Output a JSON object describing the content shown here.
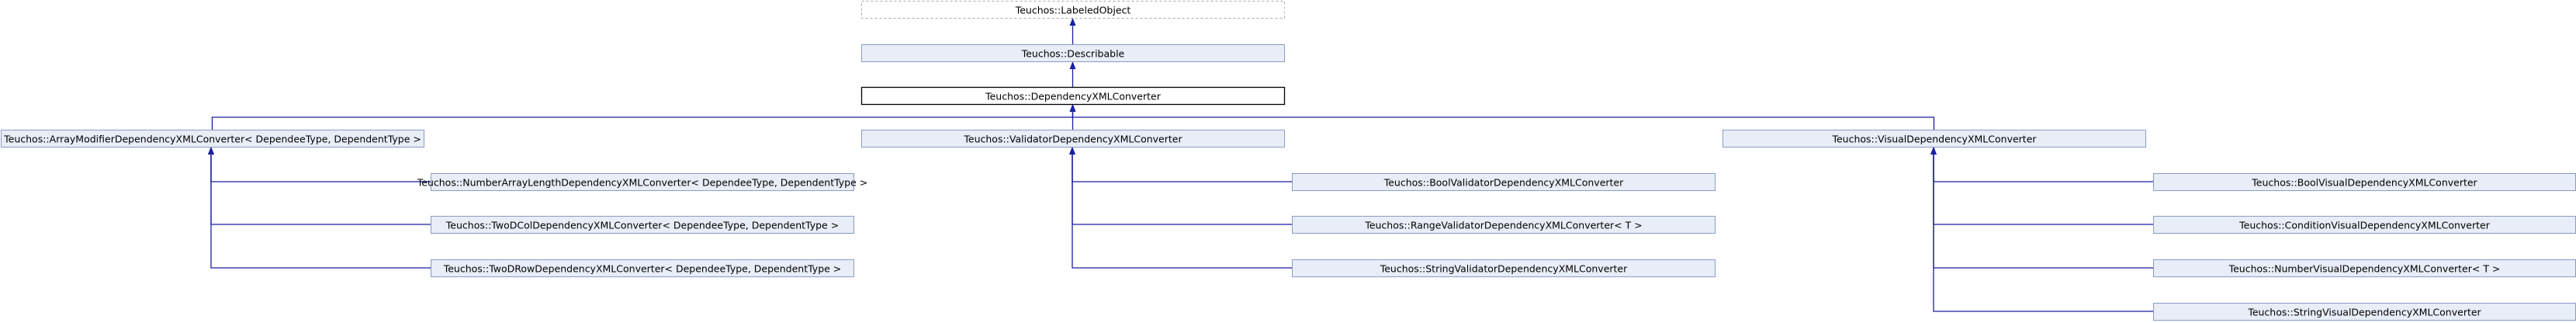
{
  "diagram": {
    "colors": {
      "edge": "#1b1fa0",
      "node_fill": "#e8edf7",
      "node_border": "#8a9cc4"
    },
    "nodes": [
      {
        "id": "labeled_object",
        "label": "Teuchos::LabeledObject",
        "style": "dashed"
      },
      {
        "id": "describable",
        "label": "Teuchos::Describable",
        "style": "normal"
      },
      {
        "id": "dependency_xml_converter",
        "label": "Teuchos::DependencyXMLConverter",
        "style": "focus"
      },
      {
        "id": "array_modifier",
        "label": "Teuchos::ArrayModifierDependencyXMLConverter< DependeeType, DependentType >",
        "style": "normal"
      },
      {
        "id": "validator",
        "label": "Teuchos::ValidatorDependencyXMLConverter",
        "style": "normal"
      },
      {
        "id": "visual",
        "label": "Teuchos::VisualDependencyXMLConverter",
        "style": "normal"
      },
      {
        "id": "number_array_length",
        "label": "Teuchos::NumberArrayLengthDependencyXMLConverter< DependeeType, DependentType >",
        "style": "normal"
      },
      {
        "id": "two_d_col",
        "label": "Teuchos::TwoDColDependencyXMLConverter< DependeeType, DependentType >",
        "style": "normal"
      },
      {
        "id": "two_d_row",
        "label": "Teuchos::TwoDRowDependencyXMLConverter< DependeeType, DependentType >",
        "style": "normal"
      },
      {
        "id": "bool_validator",
        "label": "Teuchos::BoolValidatorDependencyXMLConverter",
        "style": "normal"
      },
      {
        "id": "range_validator",
        "label": "Teuchos::RangeValidatorDependencyXMLConverter< T >",
        "style": "normal"
      },
      {
        "id": "string_validator",
        "label": "Teuchos::StringValidatorDependencyXMLConverter",
        "style": "normal"
      },
      {
        "id": "bool_visual",
        "label": "Teuchos::BoolVisualDependencyXMLConverter",
        "style": "normal"
      },
      {
        "id": "condition_visual",
        "label": "Teuchos::ConditionVisualDependencyXMLConverter",
        "style": "normal"
      },
      {
        "id": "number_visual",
        "label": "Teuchos::NumberVisualDependencyXMLConverter< T >",
        "style": "normal"
      },
      {
        "id": "string_visual",
        "label": "Teuchos::StringVisualDependencyXMLConverter",
        "style": "normal"
      }
    ],
    "edges": [
      {
        "from": "describable",
        "to": "labeled_object"
      },
      {
        "from": "dependency_xml_converter",
        "to": "describable"
      },
      {
        "from": "array_modifier",
        "to": "dependency_xml_converter"
      },
      {
        "from": "validator",
        "to": "dependency_xml_converter"
      },
      {
        "from": "visual",
        "to": "dependency_xml_converter"
      },
      {
        "from": "number_array_length",
        "to": "array_modifier"
      },
      {
        "from": "two_d_col",
        "to": "array_modifier"
      },
      {
        "from": "two_d_row",
        "to": "array_modifier"
      },
      {
        "from": "bool_validator",
        "to": "validator"
      },
      {
        "from": "range_validator",
        "to": "validator"
      },
      {
        "from": "string_validator",
        "to": "validator"
      },
      {
        "from": "bool_visual",
        "to": "visual"
      },
      {
        "from": "condition_visual",
        "to": "visual"
      },
      {
        "from": "number_visual",
        "to": "visual"
      },
      {
        "from": "string_visual",
        "to": "visual"
      }
    ]
  }
}
